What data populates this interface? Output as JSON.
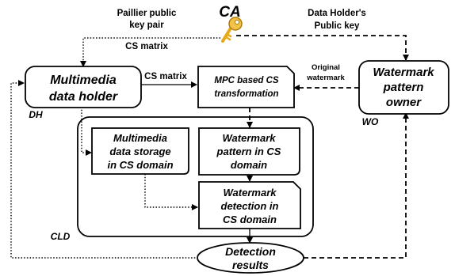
{
  "ca": {
    "label": "CA",
    "icon": "key-icon",
    "key_color": "#e6a817"
  },
  "edges": {
    "paillier_line1": "Paillier public",
    "paillier_line2": "key pair",
    "paillier_line3": "CS matrix",
    "data_holder_key_line1": "Data Holder's",
    "data_holder_key_line2": "Public key",
    "cs_matrix": "CS matrix",
    "original_watermark_line1": "Original",
    "original_watermark_line2": "watermark"
  },
  "nodes": {
    "multimedia_holder": {
      "line1": "Multimedia",
      "line2": "data holder",
      "tag": "DH"
    },
    "mpc": {
      "line1": "MPC based CS",
      "line2": "transformation"
    },
    "watermark_owner": {
      "line1": "Watermark",
      "line2": "pattern",
      "line3": "owner",
      "tag": "WO"
    },
    "storage": {
      "line1": "Multimedia",
      "line2": "data storage",
      "line3": "in CS domain"
    },
    "pattern_cs": {
      "line1": "Watermark",
      "line2": "pattern in CS",
      "line3": "domain"
    },
    "detection": {
      "line1": "Watermark",
      "line2": "detection in",
      "line3": "CS domain"
    },
    "results": {
      "line1": "Detection",
      "line2": "results"
    },
    "cloud": {
      "tag": "CLD"
    }
  }
}
